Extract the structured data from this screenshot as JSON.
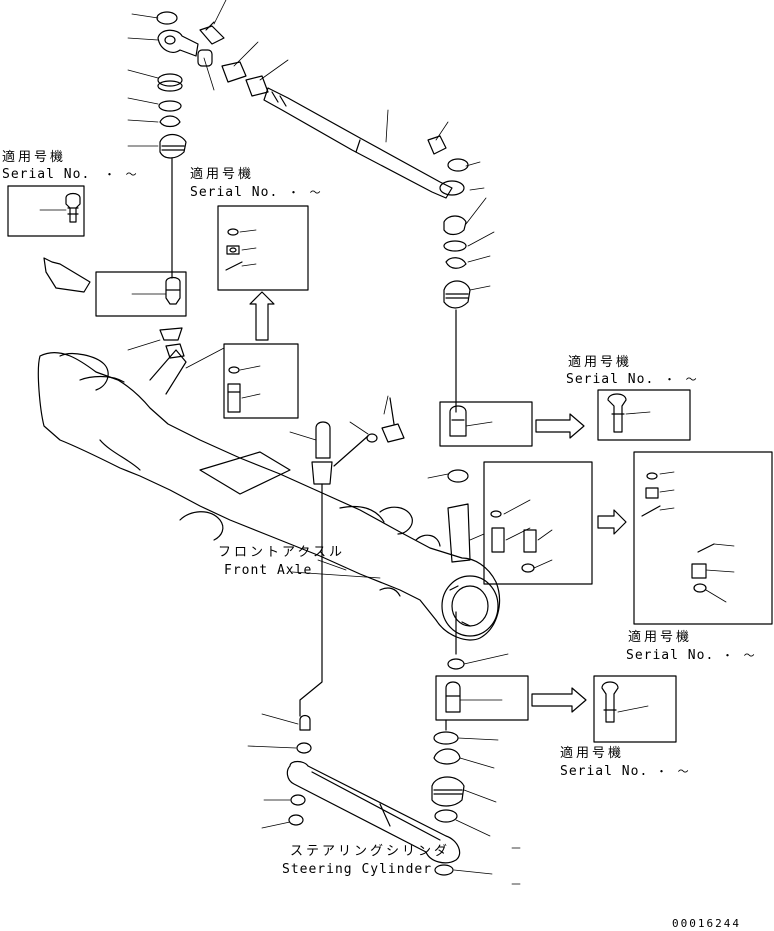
{
  "labels": {
    "applicable": "適用号機",
    "serial": "Serial No.",
    "serial_range_mark": "・ ～",
    "front_axle_jp": "フロントアクスル",
    "front_axle_en": "Front Axle",
    "steering_cylinder_jp": "ステアリングシリンダ",
    "steering_cylinder_en": "Steering Cylinder",
    "drawing_number": "00016244"
  },
  "colors": {
    "line": "#000000",
    "background": "#ffffff"
  }
}
